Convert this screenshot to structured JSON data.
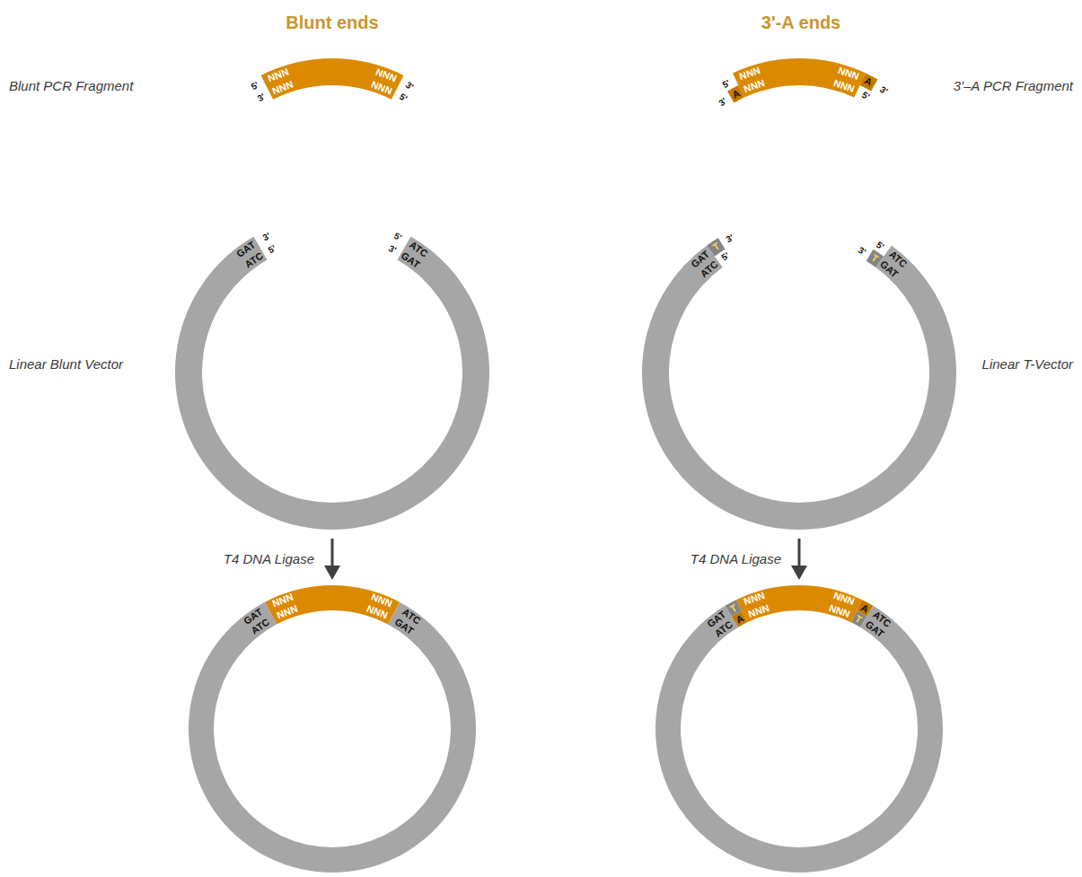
{
  "diagram": {
    "labels": [
      "Blunt ends",
      "3'-A ends",
      "Blunt PCR Fragment",
      "3'–A PCR Fragment",
      "Linear Blunt Vector",
      "Linear T-Vector",
      "T4 DNA Ligase",
      "T4 DNA Ligase",
      "5'",
      "3'",
      "NNN",
      "NNN",
      "NNN",
      "NNN",
      "3'",
      "5'",
      "GAT",
      "3'",
      "ATC",
      "5'",
      "5'",
      "3'",
      "ATC",
      "GAT",
      "GAT",
      "ATC",
      "NNN",
      "NNN",
      "NNN",
      "NNN",
      "ATC",
      "GAT",
      "5'",
      "3'",
      "A",
      "NNN",
      "NNN",
      "NNN",
      "A",
      "NNN",
      "3'",
      "5'",
      "GAT",
      "T",
      "3'",
      "ATC",
      "5'",
      "5'",
      "3'",
      "T",
      "ATC",
      "GAT",
      "GAT",
      "T",
      "NNN",
      "ATC",
      "A",
      "NNN",
      "NNN",
      "A",
      "ATC",
      "NNN",
      "T",
      "GAT"
    ]
  }
}
